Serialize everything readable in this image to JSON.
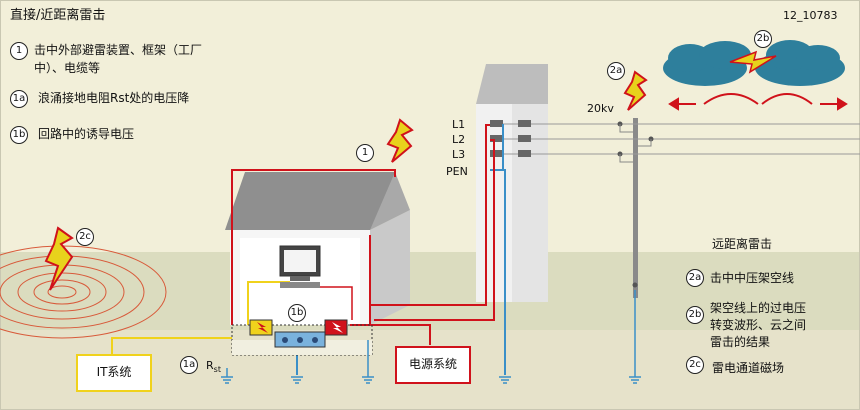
{
  "title": "直接/近距离雷击",
  "figure_id": "12_10783",
  "legend_left": [
    {
      "badge": "1",
      "text": "击中外部避雷装置、框架（工厂"
    },
    {
      "badge": "",
      "text": "中）、电缆等"
    },
    {
      "badge": "1a",
      "text": "浪涌接地电阻Rst处的电压降"
    },
    {
      "badge": "1b",
      "text": "回路中的诱导电压"
    }
  ],
  "legend_right_title": "远距离雷击",
  "legend_right": [
    {
      "badge": "2a",
      "text": "击中中压架空线"
    },
    {
      "badge": "2b",
      "text": "架空线上的过电压"
    },
    {
      "badge": "",
      "text": "转变波形、云之间"
    },
    {
      "badge": "",
      "text": "雷击的结果"
    },
    {
      "badge": "2c",
      "text": "雷电通道磁场"
    }
  ],
  "line_labels": [
    "L1",
    "L2",
    "L3",
    "PEN"
  ],
  "voltage_label": "20kv",
  "markers": {
    "m1": "1",
    "m1a": "1a",
    "m1b": "1b",
    "m2a": "2a",
    "m2b": "2b",
    "m2c": "2c"
  },
  "rst_main": "R",
  "rst_sub": "st",
  "it_system_label": "IT系统",
  "power_system_label": "电源系统",
  "colors": {
    "background": "#f2efd9",
    "ground_band": "#dbdcbf",
    "lightning": "#e8d21c",
    "lightning_edge": "#d0121b",
    "red_wire": "#d0121b",
    "blue_wire": "#3a8fc8",
    "yellow_wire": "#f0d21c",
    "cloud": "#2e7f9c"
  },
  "icons": [
    "lightning-bolt-icon",
    "cloud-icon",
    "computer-monitor-icon",
    "ground-symbol-icon",
    "double-arrow-icon"
  ]
}
